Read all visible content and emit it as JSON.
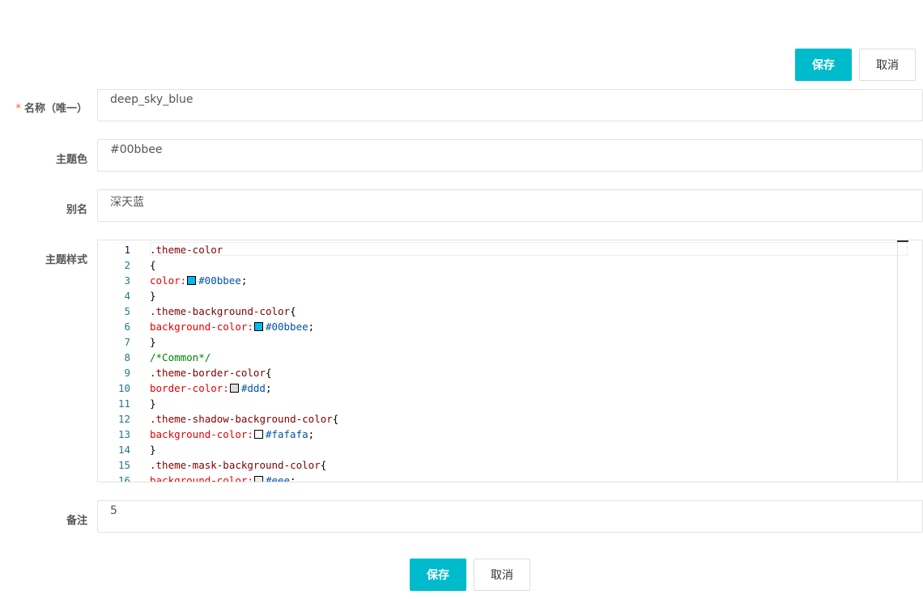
{
  "toolbar": {
    "save_label": "保存",
    "cancel_label": "取消"
  },
  "form": {
    "name": {
      "label": "名称（唯一）",
      "required_mark": "*",
      "value": "deep_sky_blue"
    },
    "theme_color": {
      "label": "主题色",
      "value": "#00bbee"
    },
    "alias": {
      "label": "别名",
      "value": "深天蓝"
    },
    "theme_style": {
      "label": "主题样式"
    },
    "remark": {
      "label": "备注",
      "value": "5"
    }
  },
  "editor": {
    "lines": [
      {
        "num": "1",
        "tokens": [
          {
            "t": ".theme-color",
            "c": "sel"
          }
        ]
      },
      {
        "num": "2",
        "tokens": [
          {
            "t": "{",
            "c": "punc"
          }
        ]
      },
      {
        "num": "3",
        "tokens": [
          {
            "t": "color:",
            "c": "prop"
          },
          {
            "swatch": "#00bbee"
          },
          {
            "t": "#00bbee",
            "c": "val"
          },
          {
            "t": ";",
            "c": "punc"
          }
        ]
      },
      {
        "num": "4",
        "tokens": [
          {
            "t": "}",
            "c": "punc"
          }
        ]
      },
      {
        "num": "5",
        "tokens": [
          {
            "t": ".theme-background-color",
            "c": "sel"
          },
          {
            "t": "{",
            "c": "punc"
          }
        ]
      },
      {
        "num": "6",
        "tokens": [
          {
            "t": "background-color:",
            "c": "prop"
          },
          {
            "swatch": "#00bbee"
          },
          {
            "t": "#00bbee",
            "c": "val"
          },
          {
            "t": ";",
            "c": "punc"
          }
        ]
      },
      {
        "num": "7",
        "tokens": [
          {
            "t": "}",
            "c": "punc"
          }
        ]
      },
      {
        "num": "8",
        "tokens": [
          {
            "t": "/*Common*/",
            "c": "com"
          }
        ]
      },
      {
        "num": "9",
        "tokens": [
          {
            "t": ".theme-border-color",
            "c": "sel"
          },
          {
            "t": "{",
            "c": "punc"
          }
        ]
      },
      {
        "num": "10",
        "tokens": [
          {
            "t": "border-color:",
            "c": "prop"
          },
          {
            "swatch": "#dddddd"
          },
          {
            "t": "#ddd",
            "c": "val"
          },
          {
            "t": ";",
            "c": "punc"
          }
        ]
      },
      {
        "num": "11",
        "tokens": [
          {
            "t": "}",
            "c": "punc"
          }
        ]
      },
      {
        "num": "12",
        "tokens": [
          {
            "t": ".theme-shadow-background-color",
            "c": "sel"
          },
          {
            "t": "{",
            "c": "punc"
          }
        ]
      },
      {
        "num": "13",
        "tokens": [
          {
            "t": "background-color:",
            "c": "prop"
          },
          {
            "swatch": "#fafafa"
          },
          {
            "t": "#fafafa",
            "c": "val"
          },
          {
            "t": ";",
            "c": "punc"
          }
        ]
      },
      {
        "num": "14",
        "tokens": [
          {
            "t": "}",
            "c": "punc"
          }
        ]
      },
      {
        "num": "15",
        "tokens": [
          {
            "t": ".theme-mask-background-color",
            "c": "sel"
          },
          {
            "t": "{",
            "c": "punc"
          }
        ]
      },
      {
        "num": "16",
        "tokens": [
          {
            "t": "background-color:",
            "c": "prop"
          },
          {
            "swatch": "#eeeeee"
          },
          {
            "t": "#eee",
            "c": "val"
          },
          {
            "t": ";",
            "c": "punc"
          }
        ]
      }
    ]
  },
  "colors": {
    "primary_button": "#00bbcc",
    "required_mark": "#ff5722",
    "border": "#e2e2e2"
  }
}
